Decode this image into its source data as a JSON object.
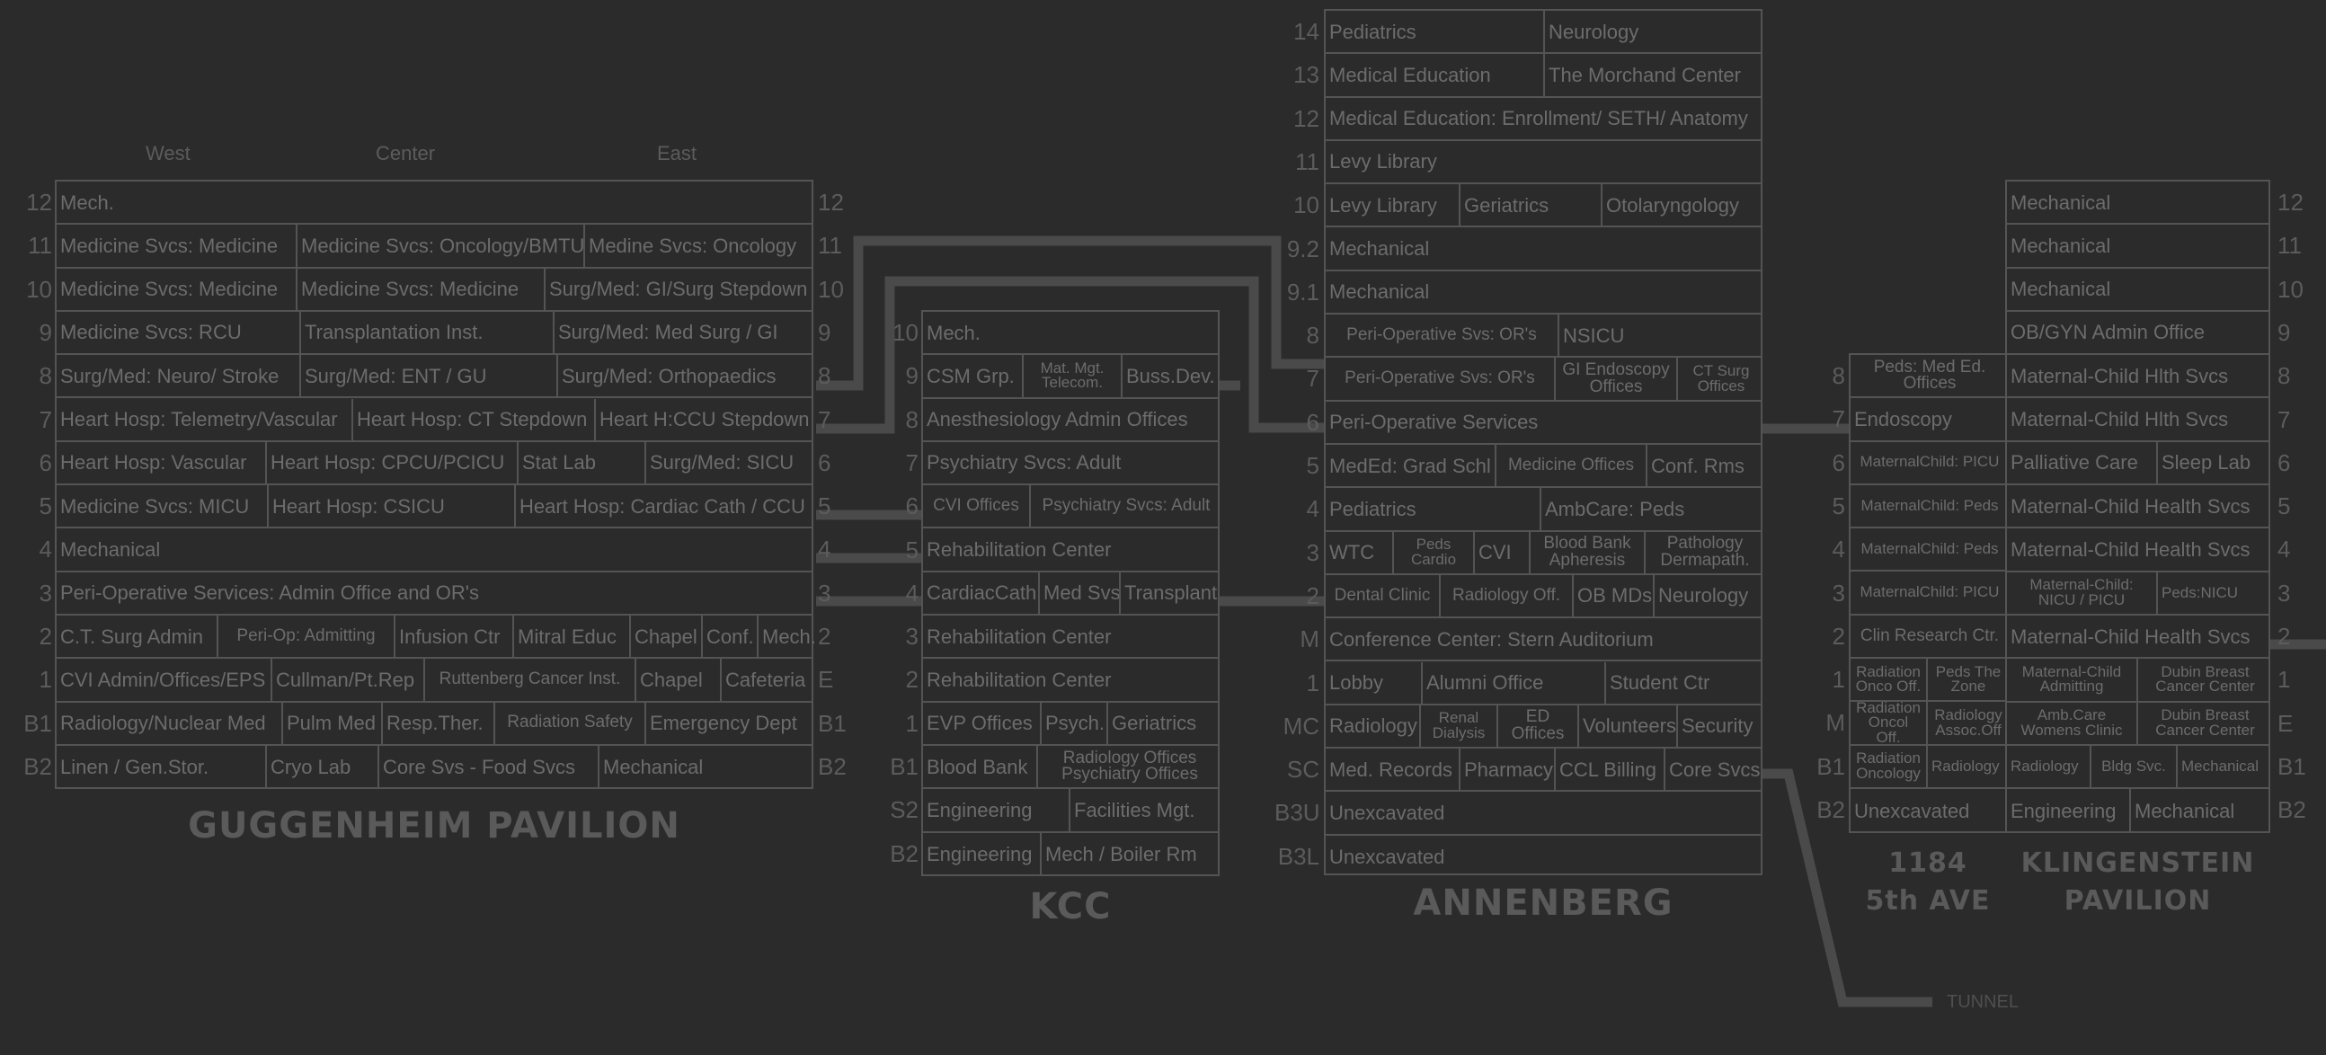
{
  "colors": {
    "background": "#2b2b2b",
    "line": "#545454",
    "connector": "#4a4a4a",
    "text": "#6c6c6c"
  },
  "guggenheim": {
    "title": "GUGGENHEIM PAVILION",
    "columns": [
      "West",
      "Center",
      "East"
    ],
    "floors_left": [
      "12",
      "11",
      "10",
      "9",
      "8",
      "7",
      "6",
      "5",
      "4",
      "3",
      "2",
      "1",
      "B1",
      "B2"
    ],
    "floors_right": [
      "12",
      "11",
      "10",
      "9",
      "8",
      "7",
      "6",
      "5",
      "4",
      "3",
      "2",
      "E",
      "B1",
      "B2"
    ],
    "rows": [
      [
        "Mech."
      ],
      [
        "Medicine Svcs: Medicine",
        "Medicine Svcs: Oncology/BMTU",
        "Medine Svcs: Oncology"
      ],
      [
        "Medicine Svcs: Medicine",
        "Medicine Svcs: Medicine",
        "Surg/Med: GI/Surg Stepdown"
      ],
      [
        "Medicine Svcs: RCU",
        "Transplantation Inst.",
        "Surg/Med: Med Surg / GI"
      ],
      [
        "Surg/Med: Neuro/ Stroke",
        "Surg/Med: ENT / GU",
        "Surg/Med: Orthopaedics"
      ],
      [
        "Heart Hosp: Telemetry/Vascular",
        "Heart Hosp: CT Stepdown",
        "Heart H:CCU Stepdown"
      ],
      [
        "Heart Hosp: Vascular",
        "Heart Hosp: CPCU/PCICU",
        "Stat Lab",
        "Surg/Med: SICU"
      ],
      [
        "Medicine Svcs:  MICU",
        "Heart Hosp: CSICU",
        "Heart Hosp: Cardiac Cath / CCU"
      ],
      [
        "Mechanical"
      ],
      [
        "Peri-Operative Services:  Admin Office and OR's"
      ],
      [
        "C.T. Surg Admin",
        "Peri-Op: Admitting",
        "Infusion Ctr",
        "Mitral Educ",
        "Chapel",
        "Conf.",
        "Mech."
      ],
      [
        "CVI Admin/Offices/EPS",
        "Cullman/Pt.Rep",
        "Ruttenberg Cancer Inst.",
        "Chapel",
        "Cafeteria"
      ],
      [
        "Radiology/Nuclear Med",
        "Pulm Med",
        "Resp.Ther.",
        "Radiation Safety",
        "Emergency Dept"
      ],
      [
        "Linen / Gen.Stor.",
        "Cryo Lab",
        "Core Svs - Food Svcs",
        "Mechanical"
      ]
    ]
  },
  "kcc": {
    "title": "KCC",
    "floors_left": [
      "10",
      "9",
      "8",
      "7",
      "6",
      "5",
      "4",
      "3",
      "2",
      "1",
      "B1",
      "S2",
      "B2"
    ],
    "rows": [
      [
        "Mech."
      ],
      [
        "CSM Grp.",
        "Mat. Mgt. Telecom.",
        "Buss.Dev."
      ],
      [
        "Anesthesiology Admin Offices"
      ],
      [
        "Psychiatry Svcs:  Adult"
      ],
      [
        "CVI Offices",
        "Psychiatry Svcs: Adult"
      ],
      [
        "Rehabilitation Center"
      ],
      [
        "CardiacCath",
        "Med Svs",
        "Transplant"
      ],
      [
        "Rehabilitation Center"
      ],
      [
        "Rehabilitation Center"
      ],
      [
        "EVP Offices",
        "Psych.",
        "Geriatrics"
      ],
      [
        "Blood Bank",
        "Radiology Offices Psychiatry Offices"
      ],
      [
        "Engineering",
        "Facilities Mgt."
      ],
      [
        "Engineering",
        "Mech / Boiler Rm"
      ]
    ]
  },
  "annenberg": {
    "title": "ANNENBERG",
    "floors_left": [
      "14",
      "13",
      "12",
      "11",
      "10",
      "9.2",
      "9.1",
      "8",
      "7",
      "6",
      "5",
      "4",
      "3",
      "2",
      "M",
      "1",
      "MC",
      "SC",
      "B3U",
      "B3L"
    ],
    "rows": [
      [
        "Pediatrics",
        "Neurology"
      ],
      [
        "Medical Education",
        "The Morchand Center"
      ],
      [
        "Medical Education: Enrollment/ SETH/ Anatomy"
      ],
      [
        "Levy Library"
      ],
      [
        "Levy Library",
        "Geriatrics",
        "Otolaryngology"
      ],
      [
        "Mechanical"
      ],
      [
        "Mechanical"
      ],
      [
        "Peri-Operative Svs: OR's",
        "NSICU"
      ],
      [
        "Peri-Operative Svs: OR's",
        "GI Endoscopy Offices",
        "CT Surg Offices"
      ],
      [
        "Peri-Operative Services"
      ],
      [
        "MedEd: Grad Schl",
        "Medicine Offices",
        "Conf. Rms"
      ],
      [
        "Pediatrics",
        "AmbCare: Peds"
      ],
      [
        "WTC",
        "Peds Cardio",
        "CVI",
        "Blood Bank Apheresis",
        "Pathology Dermapath."
      ],
      [
        "Dental Clinic",
        "Radiology Off.",
        "OB MDs",
        "Neurology"
      ],
      [
        "Conference Center: Stern Auditorium"
      ],
      [
        "Lobby",
        "Alumni Office",
        "Student Ctr"
      ],
      [
        "Radiology",
        "Renal Dialysis",
        "ED Offices",
        "Volunteers",
        "Security"
      ],
      [
        "Med. Records",
        "Pharmacy",
        "CCL Billing",
        "Core Svcs"
      ],
      [
        "Unexcavated"
      ],
      [
        "Unexcavated"
      ]
    ]
  },
  "fifth_ave": {
    "title_line1": "1184",
    "title_line2": "5th AVE",
    "floors_left": [
      "8",
      "7",
      "6",
      "5",
      "4",
      "3",
      "2",
      "1",
      "M",
      "B1",
      "B2"
    ],
    "rows": [
      [
        "Peds: Med Ed. Offices"
      ],
      [
        "Endoscopy"
      ],
      [
        "MaternalChild: PICU"
      ],
      [
        "MaternalChild: Peds"
      ],
      [
        "MaternalChild: Peds"
      ],
      [
        "MaternalChild: PICU"
      ],
      [
        "Clin Research Ctr."
      ],
      [
        "Radiation Onco Off.",
        "Peds The Zone"
      ],
      [
        "Radiation Oncol Off.",
        "Radiology Assoc.Off"
      ],
      [
        "Radiation Oncology",
        "Radiology"
      ],
      [
        "Unexcavated"
      ]
    ]
  },
  "klingenstein": {
    "title_line1": "KLINGENSTEIN",
    "title_line2": "PAVILION",
    "floors_right": [
      "12",
      "11",
      "10",
      "9",
      "8",
      "7",
      "6",
      "5",
      "4",
      "3",
      "2",
      "1",
      "E",
      "B1",
      "B2"
    ],
    "rows": [
      [
        "Mechanical"
      ],
      [
        "Mechanical"
      ],
      [
        "Mechanical"
      ],
      [
        "OB/GYN Admin Office"
      ],
      [
        "Maternal-Child Hlth Svcs"
      ],
      [
        "Maternal-Child Hlth Svcs"
      ],
      [
        "Palliative Care",
        "Sleep Lab"
      ],
      [
        "Maternal-Child Health Svcs"
      ],
      [
        "Maternal-Child Health Svcs"
      ],
      [
        "Maternal-Child: NICU / PICU",
        "Peds:NICU"
      ],
      [
        "Maternal-Child Health Svcs"
      ],
      [
        "Maternal-Child Admitting",
        "Dubin Breast Cancer Center"
      ],
      [
        "Amb.Care Womens Clinic",
        "Dubin Breast Cancer Center"
      ],
      [
        "Radiology",
        "Bldg Svc.",
        "Mechanical"
      ],
      [
        "Engineering",
        "Mechanical"
      ]
    ]
  },
  "tunnel_label": "TUNNEL"
}
